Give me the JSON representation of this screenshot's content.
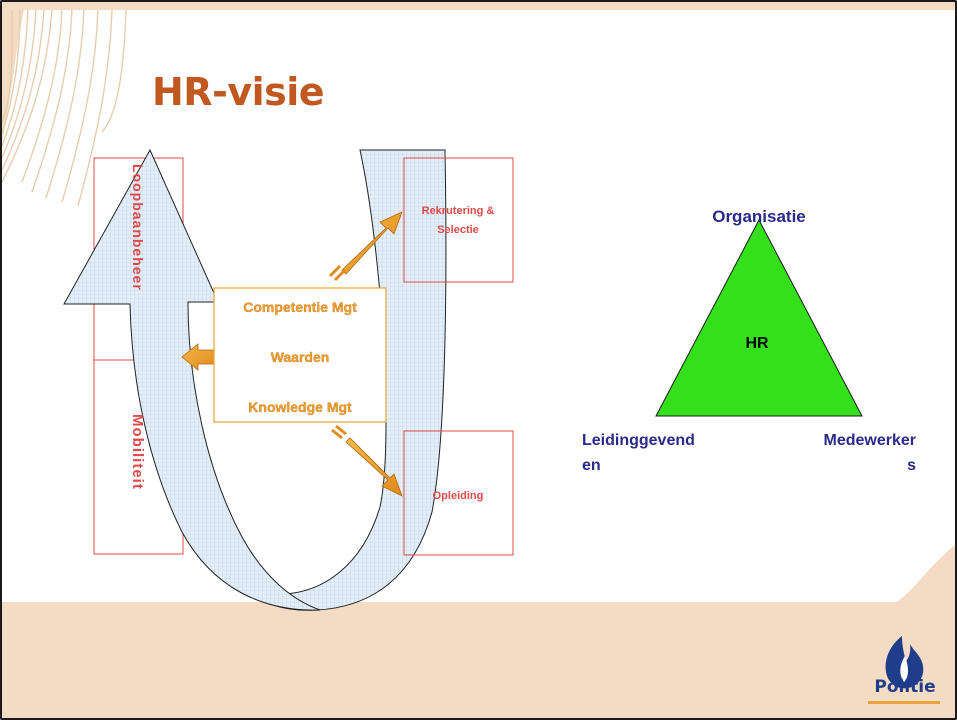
{
  "slide": {
    "title": "HR-visie"
  },
  "colors": {
    "title": "#c0581f",
    "background": "#f3dcc3",
    "content_area": "#ffffff",
    "red_box": "#e04a4a",
    "box_border": "#f0a032",
    "box_text": "#f0a032",
    "arrow_orange": "#f0a032",
    "ribbon_fill": "#dce8f4",
    "triangle_fill": "#33e01a",
    "triangle_text": "#2a2a8a",
    "logo_blue": "#1f3d8a",
    "logo_accent": "#e8a33a"
  },
  "diagram": {
    "vertical_labels": {
      "loopbaanbeheer": "Loopbaanbeheer",
      "mobiliteit": "Mobiliteit"
    },
    "center_box": {
      "line1": "Competentie Mgt",
      "line2": "Waarden",
      "line3": "Knowledge Mgt"
    },
    "right_boxes": {
      "rekrutering_line1": "Rekrutering &",
      "rekrutering_line2": "Selectie",
      "opleiding": "Opleiding"
    }
  },
  "triangle": {
    "top_label": "Organisatie",
    "center_label": "HR",
    "left_label_line1": "Leidinggevend",
    "left_label_line2": "en",
    "right_label_line1": "Medewerker",
    "right_label_line2": "s"
  },
  "logo": {
    "label": "Politie",
    "icon": "flame-icon"
  }
}
